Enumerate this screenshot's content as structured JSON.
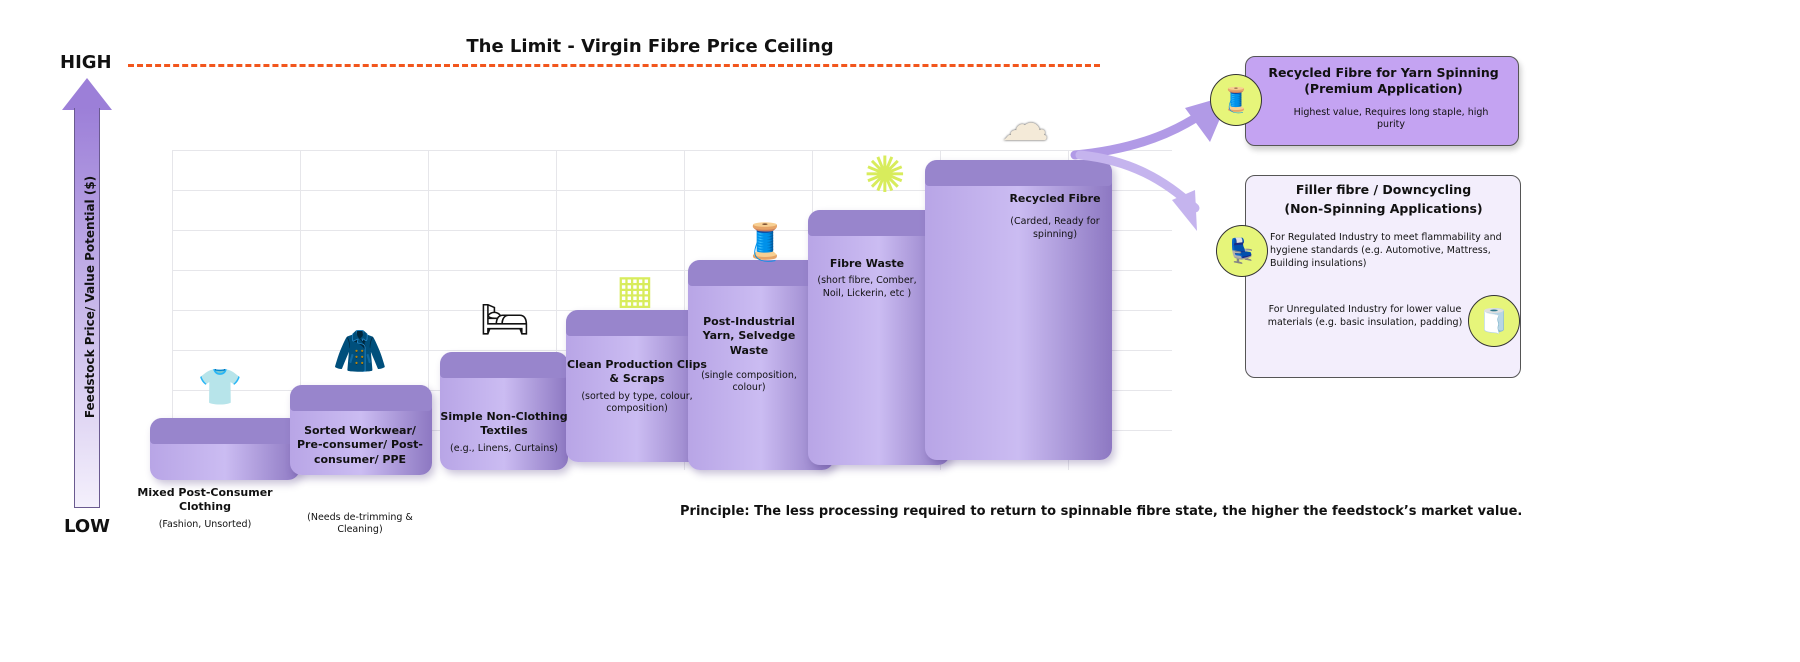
{
  "title": "The Limit - Virgin Fibre Price Ceiling",
  "axis": {
    "high": "HIGH",
    "low": "LOW",
    "label": "Feedstock Price/ Value Potential ($)"
  },
  "steps": [
    {
      "title": "Mixed Post-Consumer Clothing",
      "sub": "(Fashion, Unsorted)",
      "icon": "clothes-pile-icon"
    },
    {
      "title": "Sorted Workwear/ Pre-consumer/ Post-consumer/ PPE",
      "sub": "(Needs de-trimming & Cleaning)",
      "icon": "sorted-workwear-icon"
    },
    {
      "title": "Simple Non-Clothing Textiles",
      "sub": "(e.g., Linens, Curtains)",
      "icon": "linens-curtains-icon"
    },
    {
      "title": "Clean Production Clips & Scraps",
      "sub": "(sorted by type, colour, composition)",
      "icon": "fabric-scraps-icon"
    },
    {
      "title": "Post-Industrial Yarn, Selvedge Waste",
      "sub": "(single composition, colour)",
      "icon": "yarn-cones-icon"
    },
    {
      "title": "Fibre Waste",
      "sub": "(short fibre, Comber, Noil, Lickerin, etc )",
      "icon": "fibre-tangle-icon"
    },
    {
      "title": "Recycled Fibre",
      "sub": "(Carded, Ready for spinning)",
      "icon": "fibre-cloud-icon"
    }
  ],
  "premium": {
    "title": "Recycled Fibre for Yarn Spinning",
    "title2": "(Premium Application)",
    "desc": "Highest value, Requires long staple, high purity"
  },
  "filler": {
    "title": "Filler fibre / Downcycling",
    "title2": "(Non-Spinning Applications)",
    "regulated": "For Regulated Industry to meet flammability and hygiene standards (e.g. Automotive, Mattress, Building insulations)",
    "unregulated": "For Unregulated Industry for lower value materials (e.g. basic insulation, padding)"
  },
  "principle": "Principle: The less processing required to return to spinnable fibre state, the higher the feedstock’s market value.",
  "colors": {
    "accent": "#9c7fd8",
    "ceiling": "#f2561d",
    "lime": "#e6f57a"
  }
}
